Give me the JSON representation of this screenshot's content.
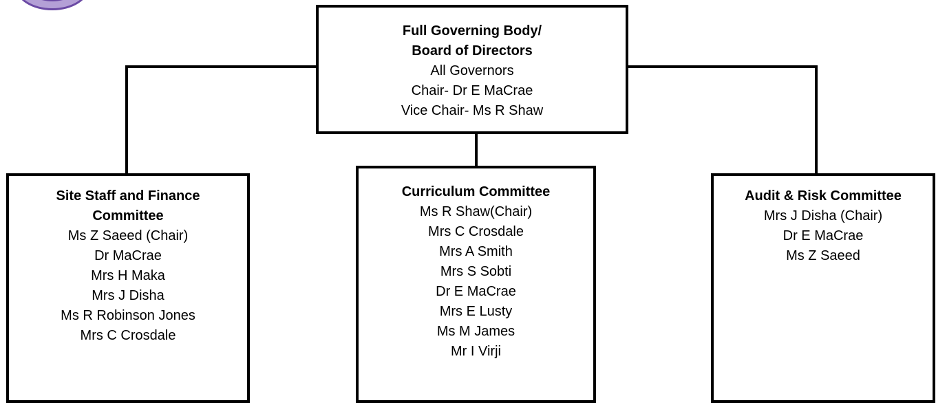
{
  "top": {
    "title_lines": [
      "Full Governing Body/",
      "Board of Directors"
    ],
    "members": [
      "All Governors",
      "Chair- Dr E MaCrae",
      "Vice Chair- Ms R Shaw"
    ]
  },
  "left": {
    "title_lines": [
      "Site Staff and Finance",
      "Committee"
    ],
    "members": [
      "Ms Z Saeed (Chair)",
      "Dr MaCrae",
      "Mrs H Maka",
      "Mrs J Disha",
      "Ms R Robinson Jones",
      "Mrs C Crosdale"
    ]
  },
  "center": {
    "title_lines": [
      "Curriculum Committee"
    ],
    "members": [
      "Ms R Shaw(Chair)",
      "Mrs C Crosdale",
      "Mrs A Smith",
      "Mrs S Sobti",
      "Dr E MaCrae",
      "Mrs E Lusty",
      "Ms M James",
      "Mr I Virji"
    ]
  },
  "right": {
    "title_lines": [
      "Audit & Risk Committee"
    ],
    "members": [
      "Mrs J Disha (Chair)",
      "Dr E MaCrae",
      "Ms Z Saeed"
    ]
  },
  "colors": {
    "line": "#000000",
    "logo": "#b4a0d6"
  }
}
